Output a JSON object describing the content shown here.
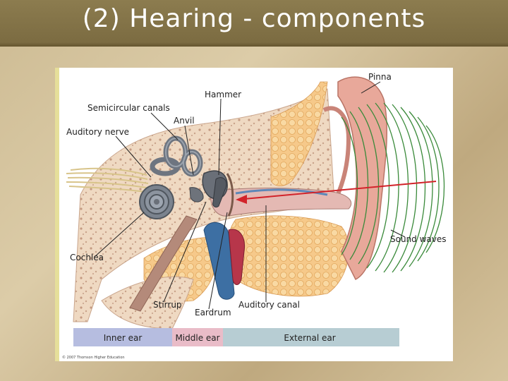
{
  "slide": {
    "title": "(2) Hearing - components"
  },
  "diagram": {
    "labels": {
      "pinna": "Pinna",
      "hammer": "Hammer",
      "semicircular_canals": "Semicircular canals",
      "anvil": "Anvil",
      "auditory_nerve": "Auditory nerve",
      "cochlea": "Cochlea",
      "sound_waves": "Sound waves",
      "stirrup": "Stirrup",
      "eardrum": "Eardrum",
      "auditory_canal": "Auditory canal"
    },
    "bands": {
      "inner": "Inner ear",
      "middle": "Middle ear",
      "external": "External ear"
    },
    "copyright": "© 2007 Thomson Higher Education",
    "colors": {
      "inner_band": "#b6bde0",
      "middle_band": "#e9bcc8",
      "external_band": "#b7cdd3",
      "arrow": "#d2232a",
      "sound_waves": "#3a8a3a"
    }
  }
}
